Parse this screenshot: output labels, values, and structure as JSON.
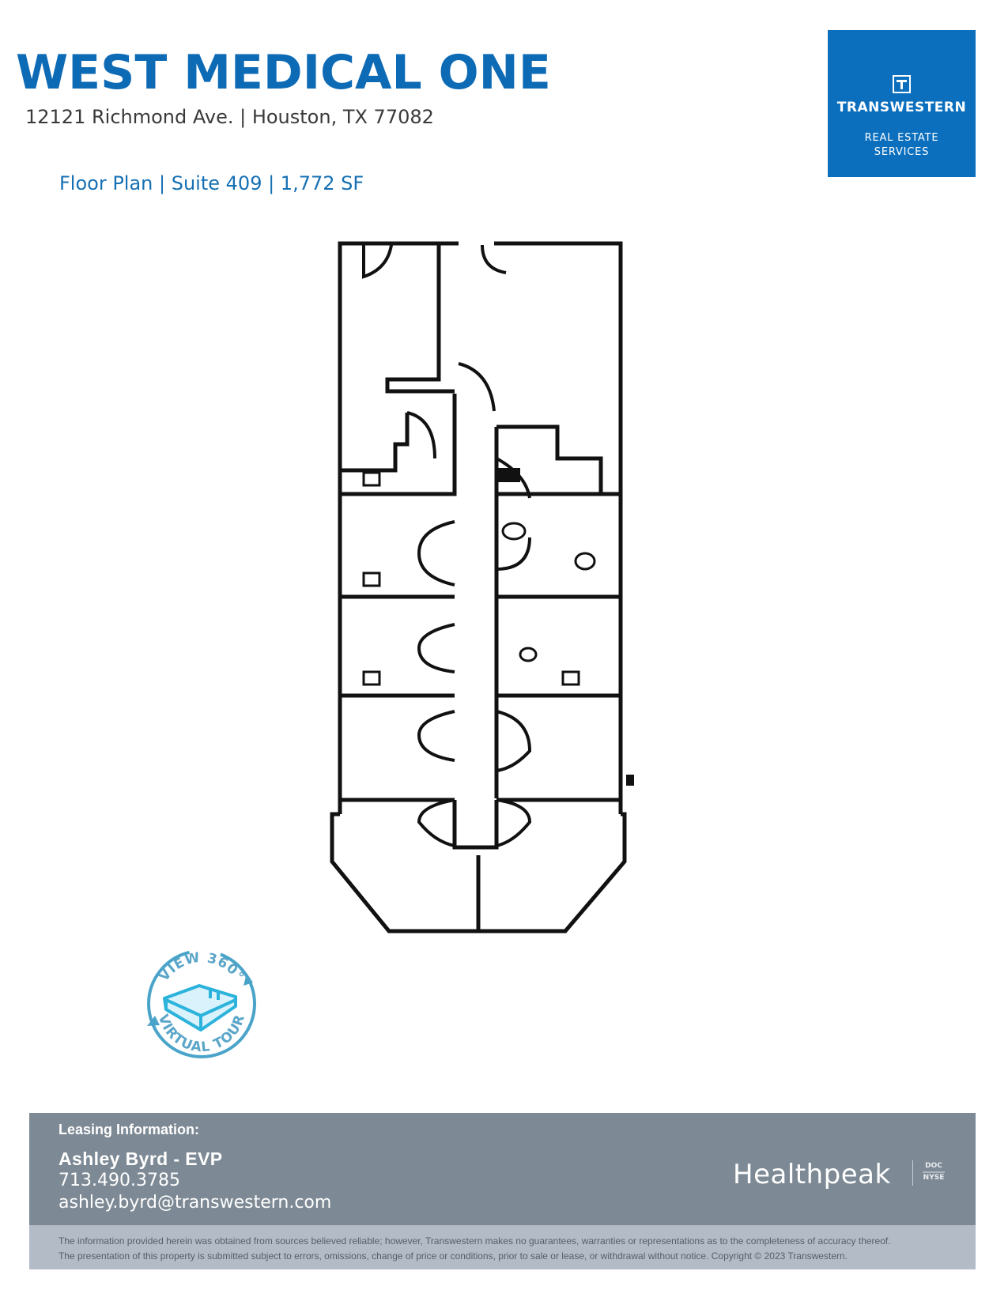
{
  "header": {
    "title": "WEST MEDICAL ONE",
    "address": "12121 Richmond Ave. | Houston, TX 77082",
    "subtitle": "Floor Plan | Suite 409 | 1,772 SF"
  },
  "logo": {
    "name": "TRANSWESTERN",
    "tagline": "REAL ESTATE SERVICES",
    "icon": "transwestern-t-icon",
    "color": "#0b6fbe"
  },
  "badge": {
    "top_text": "VIEW 360°",
    "bottom_text": "VIRTUAL TOUR",
    "icon": "virtual-tour-360-icon",
    "color": "#3ab4d8"
  },
  "leasing": {
    "heading": "Leasing Information:",
    "name": "Ashley Byrd - EVP",
    "phone": "713.490.3785",
    "email": "ashley.byrd@transwestern.com"
  },
  "partner": {
    "name": "Healthpeak",
    "ticker_top": "DOC",
    "ticker_bottom": "NYSE"
  },
  "disclaimer": {
    "line1": "The information provided herein was obtained from sources believed reliable; however, Transwestern makes no guarantees, warranties or representations as to the completeness of accuracy thereof.",
    "line2": "The presentation of this property is submitted subject to errors, omissions, change of price or conditions, prior to sale or lease, or withdrawal without notice. Copyright © 2023 Transwestern."
  },
  "colors": {
    "title": "#0d6ab5",
    "footer": "#7d8994",
    "disclaimer_bg": "#b3bcc6"
  }
}
